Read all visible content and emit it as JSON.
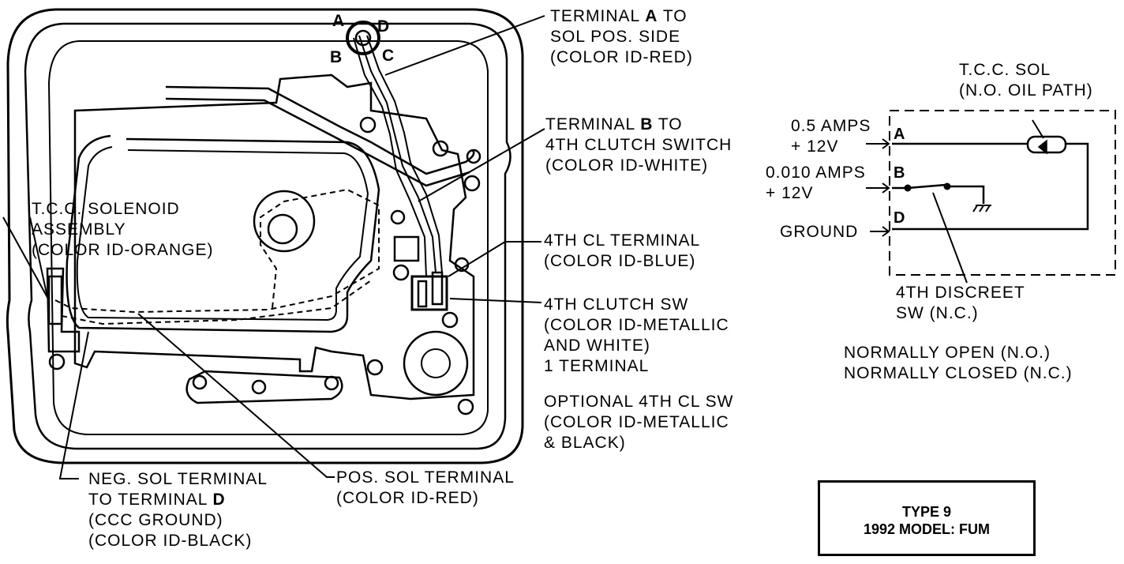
{
  "pin_letters": [
    "A",
    "D",
    "B",
    "C"
  ],
  "callouts": {
    "term_a": [
      "TERMINAL ",
      "A",
      " TO",
      "SOL POS. SIDE",
      "(COLOR ID-RED)"
    ],
    "term_b": [
      "TERMINAL ",
      "B",
      " TO",
      "4TH CLUTCH SWITCH",
      "(COLOR ID-WHITE)"
    ],
    "tcc_assy": [
      "T.C.C. SOLENOID",
      "ASSEMBLY",
      "(COLOR ID-ORANGE)"
    ],
    "cl_term": [
      "4TH CL TERMINAL",
      "(COLOR ID-BLUE)"
    ],
    "clutch_sw": [
      "4TH CLUTCH SW",
      "(COLOR ID-METALLIC",
      "AND WHITE)",
      "1 TERMINAL"
    ],
    "opt_sw": [
      "OPTIONAL 4TH CL SW",
      "(COLOR ID-METALLIC",
      "& BLACK)"
    ],
    "neg_sol": [
      "NEG. SOL TERMINAL",
      "TO TERMINAL ",
      "D",
      "(CCC GROUND)",
      "(COLOR ID-BLACK)"
    ],
    "pos_sol": [
      "POS. SOL TERMINAL",
      "(COLOR ID-RED)"
    ]
  },
  "schematic": {
    "tcc_sol": [
      "T.C.C. SOL",
      "(N.O. OIL PATH)"
    ],
    "amps_a": [
      "0.5 AMPS",
      "+ 12V"
    ],
    "amps_b": [
      "0.010 AMPS",
      "+ 12V"
    ],
    "ground": "GROUND",
    "key_a": "A",
    "key_b": "B",
    "key_d": "D",
    "discreet": [
      "4TH DISCREET",
      "SW (N.C.)"
    ],
    "legend": [
      "NORMALLY OPEN (N.O.)",
      "NORMALLY CLOSED (N.C.)"
    ]
  },
  "type_box": [
    "TYPE 9",
    "1992 MODEL: FUM"
  ]
}
